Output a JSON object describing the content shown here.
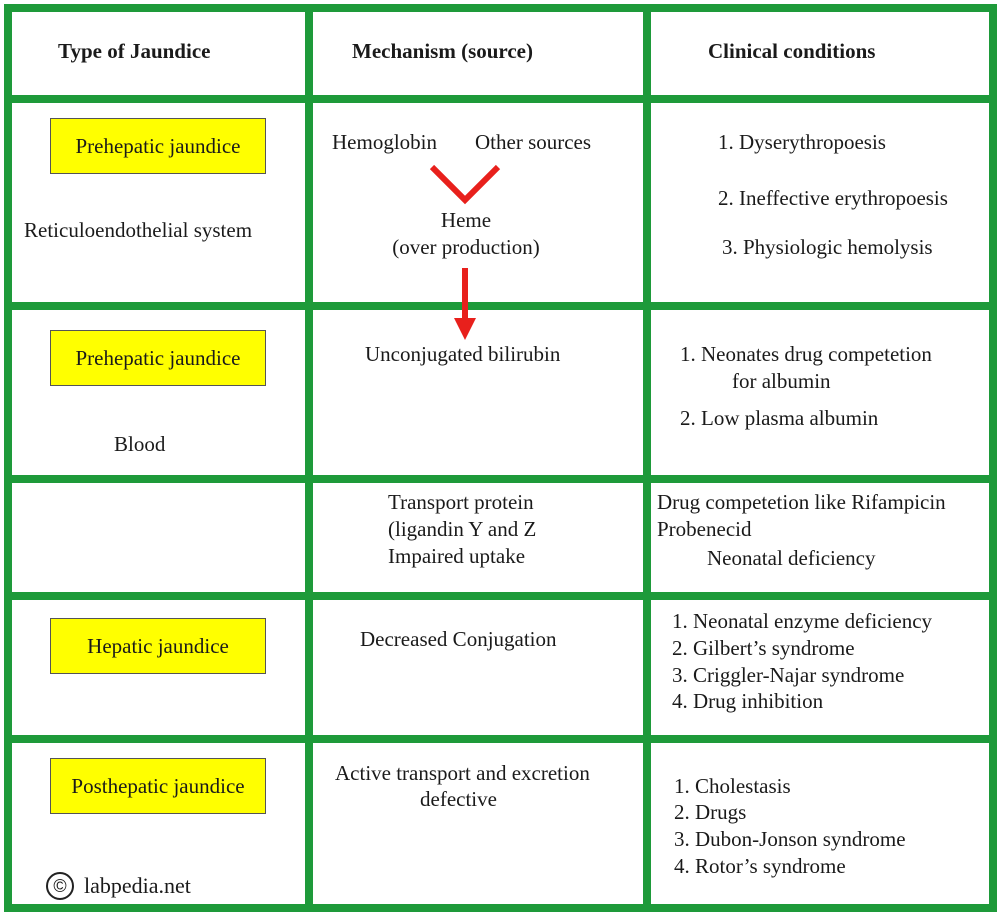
{
  "headers": {
    "type": "Type of Jaundice",
    "mechanism": "Mechanism (source)",
    "clinical": "Clinical conditions"
  },
  "row1": {
    "badge": "Prehepatic jaundice",
    "location": "Reticuloendothelial system",
    "source_a": "Hemoglobin",
    "source_b": "Other sources",
    "heme": "Heme",
    "heme_note": "(over production)",
    "conditions": [
      "1. Dyserythropoesis",
      "2. Ineffective erythropoesis",
      "3. Physiologic hemolysis"
    ]
  },
  "row2": {
    "badge": "Prehepatic jaundice",
    "location": "Blood",
    "mechanism": "Unconjugated bilirubin",
    "condition1_a": "1. Neonates drug competetion",
    "condition1_b": "for albumin",
    "condition2": "2. Low plasma albumin"
  },
  "row3": {
    "mechanism": [
      "Transport protein",
      "(ligandin Y and Z",
      "Impaired uptake"
    ],
    "conditions_a": "Drug competetion like Rifampicin",
    "conditions_b": "Probenecid",
    "conditions_c": "Neonatal deficiency"
  },
  "row4": {
    "badge": "Hepatic jaundice",
    "mechanism": "Decreased Conjugation",
    "conditions": [
      "1. Neonatal enzyme deficiency",
      "2. Gilbert’s syndrome",
      "3. Criggler-Najar syndrome",
      "4. Drug inhibition"
    ]
  },
  "row5": {
    "badge": "Posthepatic jaundice",
    "mechanism_a": "Active transport and excretion",
    "mechanism_b": "defective",
    "conditions": [
      "1. Cholestasis",
      "2. Drugs",
      "3. Dubon-Jonson syndrome",
      "4. Rotor’s syndrome"
    ]
  },
  "watermark": {
    "symbol": "©",
    "text": "labpedia.net"
  },
  "colors": {
    "grid": "#1e9a3a",
    "badge_fill": "#ffff00",
    "arrow": "#e8201c"
  }
}
